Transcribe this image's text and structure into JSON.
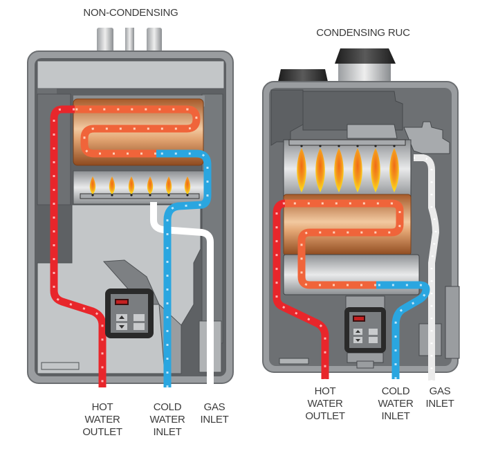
{
  "diagram": {
    "units": [
      {
        "title": "NON-CONDENSING",
        "labels": [
          {
            "lines": [
              "HOT",
              "WATER",
              "OUTLET"
            ],
            "kind": "hot-water-outlet"
          },
          {
            "lines": [
              "COLD",
              "WATER",
              "INLET"
            ],
            "kind": "cold-water-inlet"
          },
          {
            "lines": [
              "GAS",
              "INLET"
            ],
            "kind": "gas-inlet"
          }
        ],
        "burner_flames": 6,
        "stages": [
          "burner",
          "heat-exchanger"
        ]
      },
      {
        "title": "CONDENSING RUC",
        "labels": [
          {
            "lines": [
              "HOT",
              "WATER",
              "OUTLET"
            ],
            "kind": "hot-water-outlet"
          },
          {
            "lines": [
              "COLD",
              "WATER",
              "INLET"
            ],
            "kind": "cold-water-inlet"
          },
          {
            "lines": [
              "GAS",
              "INLET"
            ],
            "kind": "gas-inlet"
          }
        ],
        "burner_flames": 6,
        "stages": [
          "burner",
          "primary-heat-exchanger",
          "secondary-heat-exchanger"
        ]
      }
    ],
    "colors": {
      "hot": "#e8262b",
      "warm": "#f0643a",
      "cold": "#2aa6e0",
      "gas": "#ffffff",
      "copper": "#b86a38",
      "casing": "#8c8f92",
      "interior_light": "#c3c6c8",
      "interior_dark": "#6d7073",
      "flame_outer": "#ffd21a",
      "flame_inner": "#f07a1a"
    }
  }
}
